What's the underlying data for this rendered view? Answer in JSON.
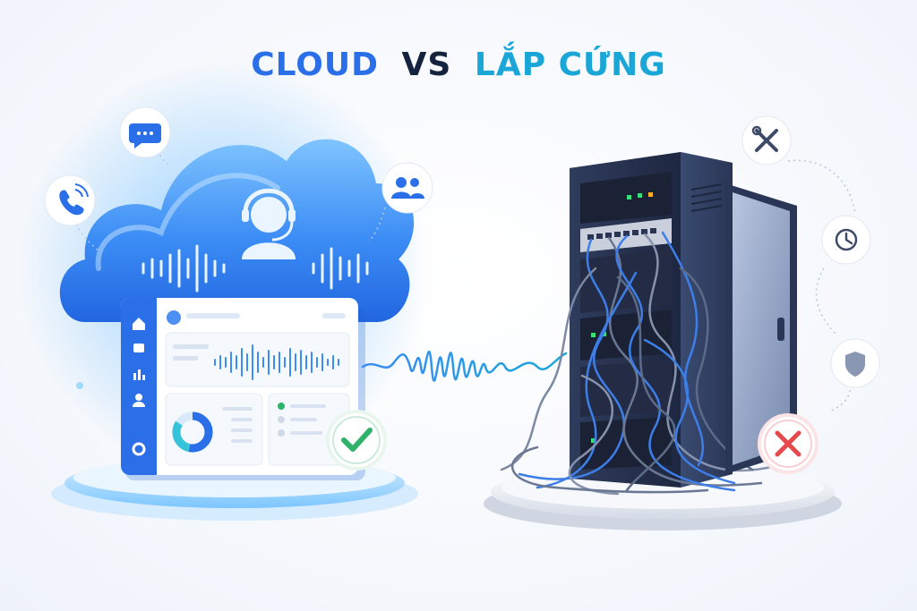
{
  "title": {
    "left": "CLOUD",
    "middle": "VS",
    "right": "LẮP CỨNG"
  },
  "colors": {
    "cloud_blue": "#2a6fe8",
    "title_dark": "#16233f",
    "hardware_teal": "#1aa7d8",
    "check_green": "#2fb36b",
    "cross_red": "#e5484d",
    "rack_navy": "#2a3550"
  },
  "icons": {
    "left": [
      "chat-icon",
      "phone-icon",
      "users-icon",
      "headset-agent-icon"
    ],
    "dashboard_sidebar": [
      "home-icon",
      "inbox-icon",
      "chart-icon",
      "user-icon",
      "settings-icon"
    ],
    "right": [
      "tools-icon",
      "clock-icon",
      "shield-icon"
    ],
    "badges": [
      "check-icon",
      "cross-icon"
    ]
  }
}
